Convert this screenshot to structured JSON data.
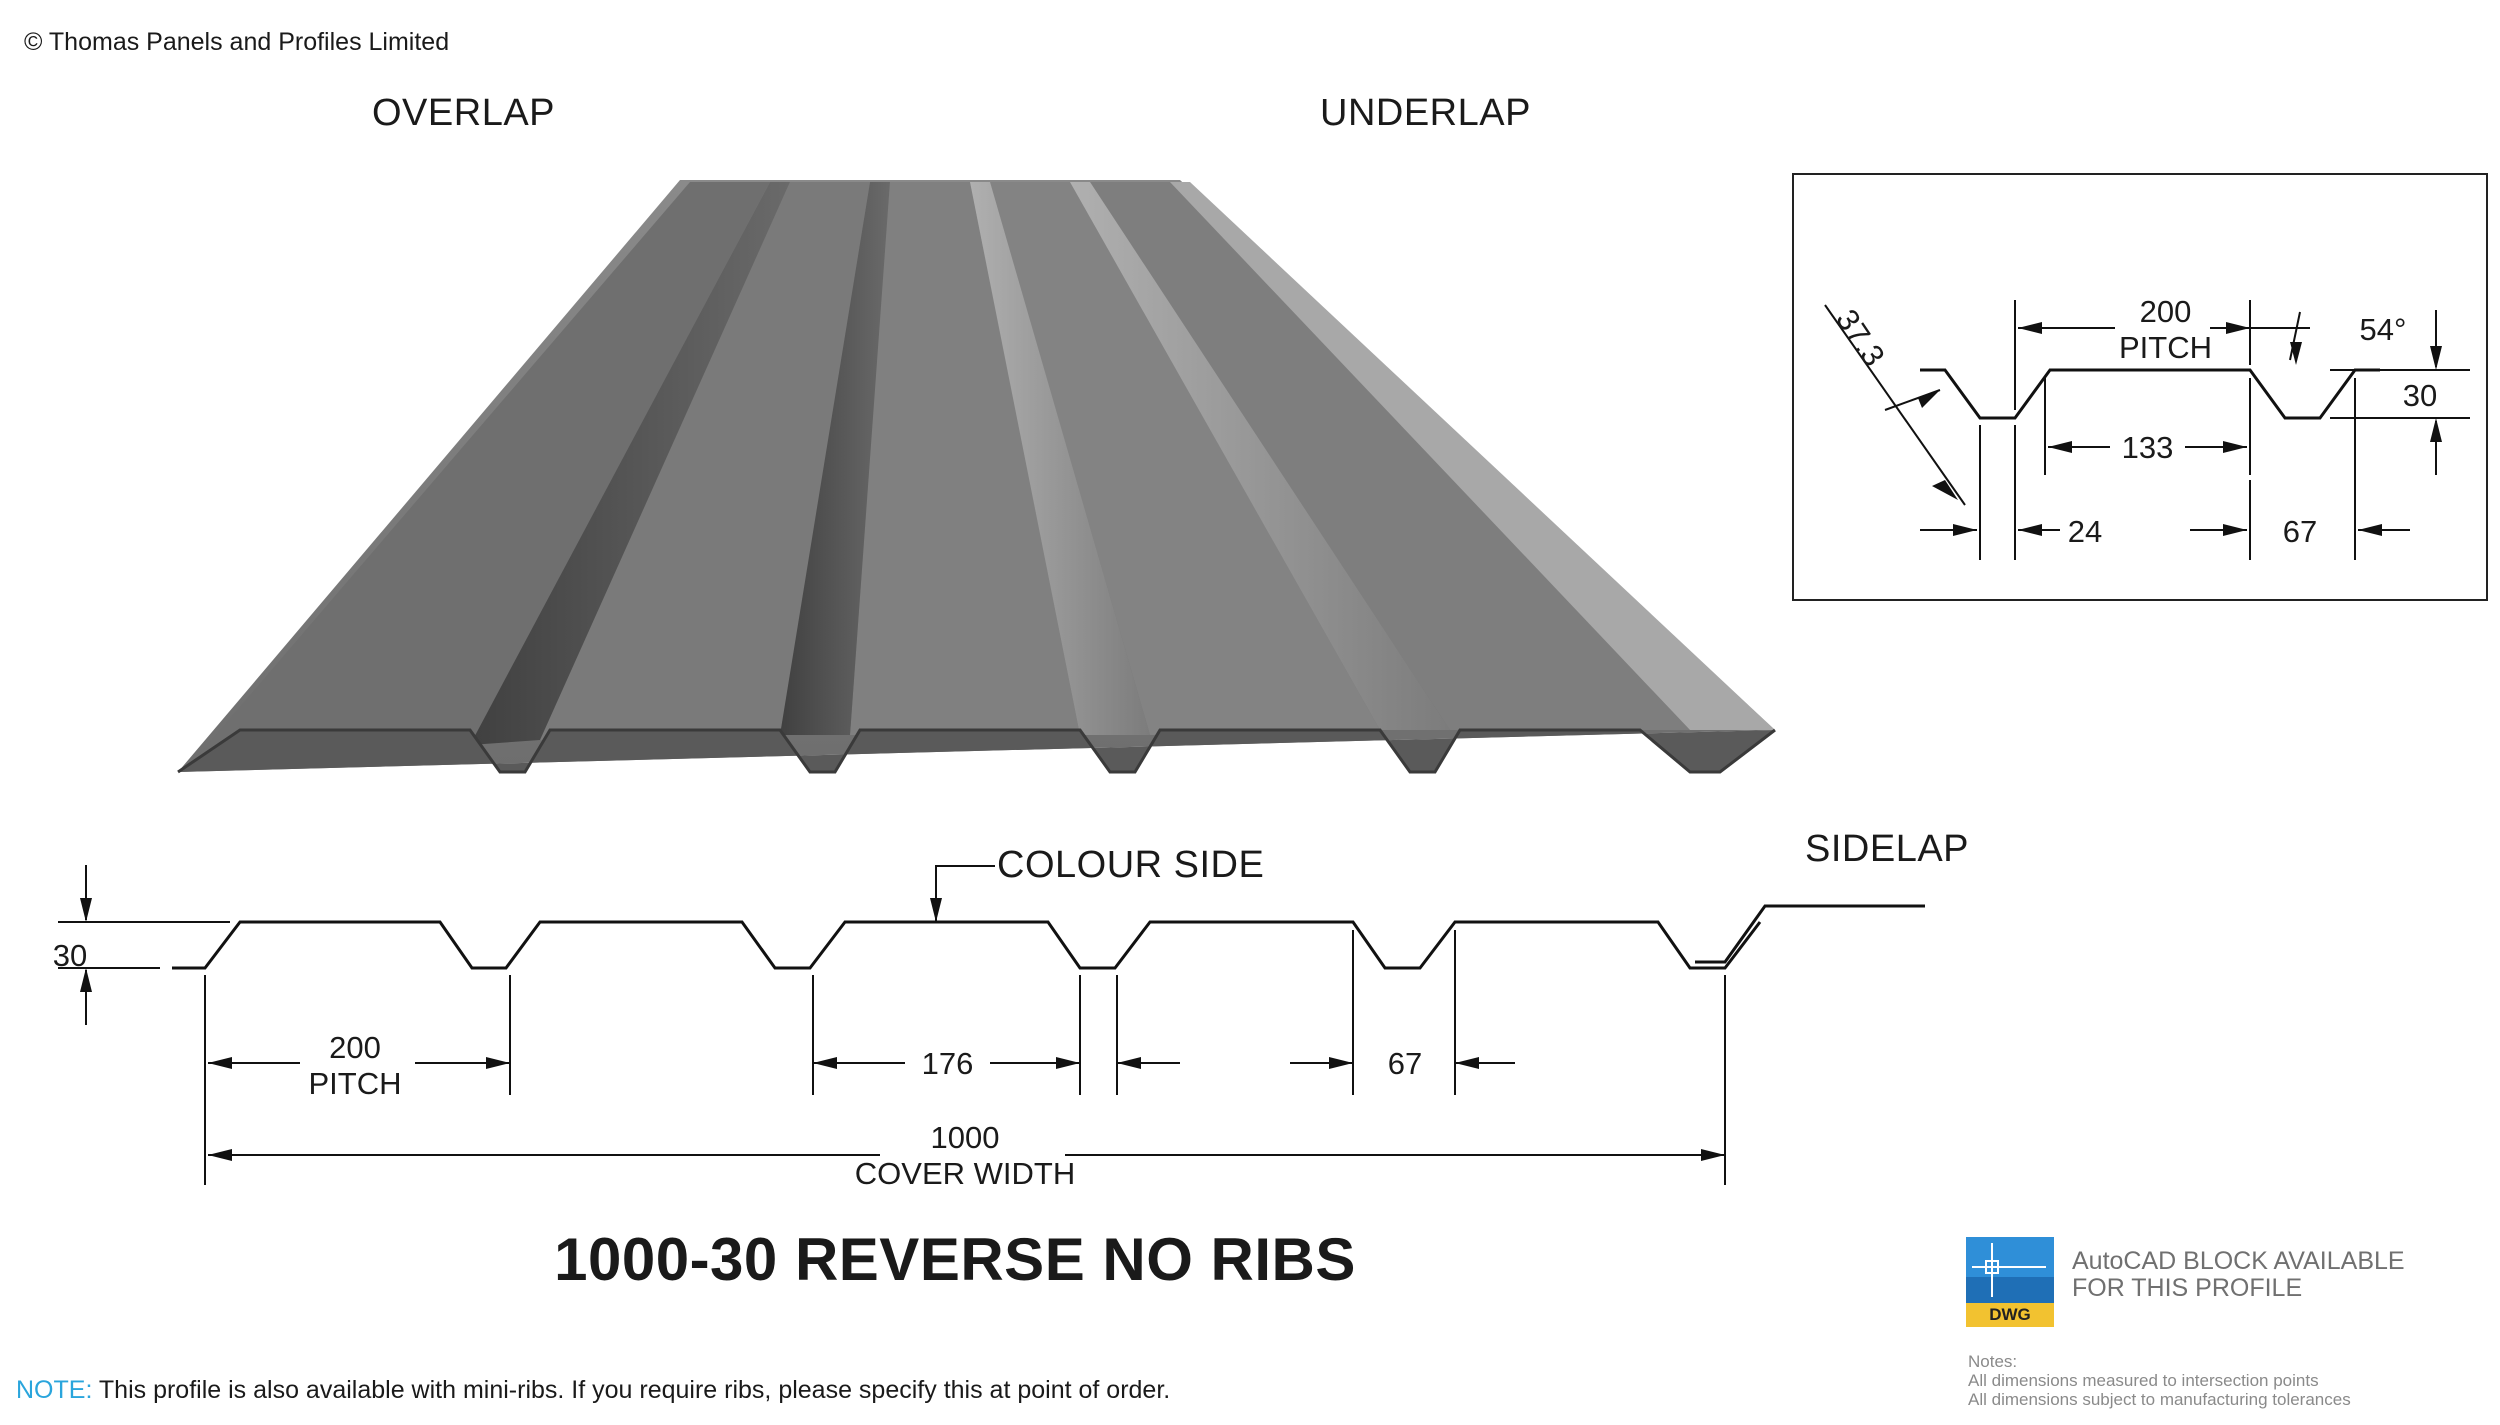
{
  "copyright": "© Thomas Panels and Profiles Limited",
  "labels": {
    "overlap": "OVERLAP",
    "underlap": "UNDERLAP",
    "colour_side": "COLOUR SIDE",
    "sidelap": "SIDELAP"
  },
  "section_dims": {
    "height": "30",
    "pitch_value": "200",
    "pitch_label": "PITCH",
    "crown": "176",
    "trough": "67",
    "cover_value": "1000",
    "cover_label": "COVER WIDTH"
  },
  "inset_dims": {
    "pitch_value": "200",
    "pitch_label": "PITCH",
    "angle": "54°",
    "height": "30",
    "slope": "37.3",
    "crown": "133",
    "bottom": "24",
    "trough": "67"
  },
  "title": "1000-30 REVERSE NO RIBS",
  "note": {
    "keyword": "NOTE:",
    "text": " This profile is also available with mini-ribs. If you require ribs, please specify this at point of order."
  },
  "autocad": {
    "badge": "DWG",
    "line1": "AutoCAD BLOCK AVAILABLE",
    "line2": "FOR THIS PROFILE"
  },
  "notes": {
    "heading": "Notes:",
    "line1": "All dimensions measured to intersection points",
    "line2": "All dimensions subject to manufacturing tolerances"
  },
  "colors": {
    "panel": "#7a7a7a",
    "panel_dark": "#4e4e4e",
    "panel_light": "#9a9a9a",
    "accent_blue": "#2aa5dc",
    "dwg_yellow": "#f2c230"
  }
}
